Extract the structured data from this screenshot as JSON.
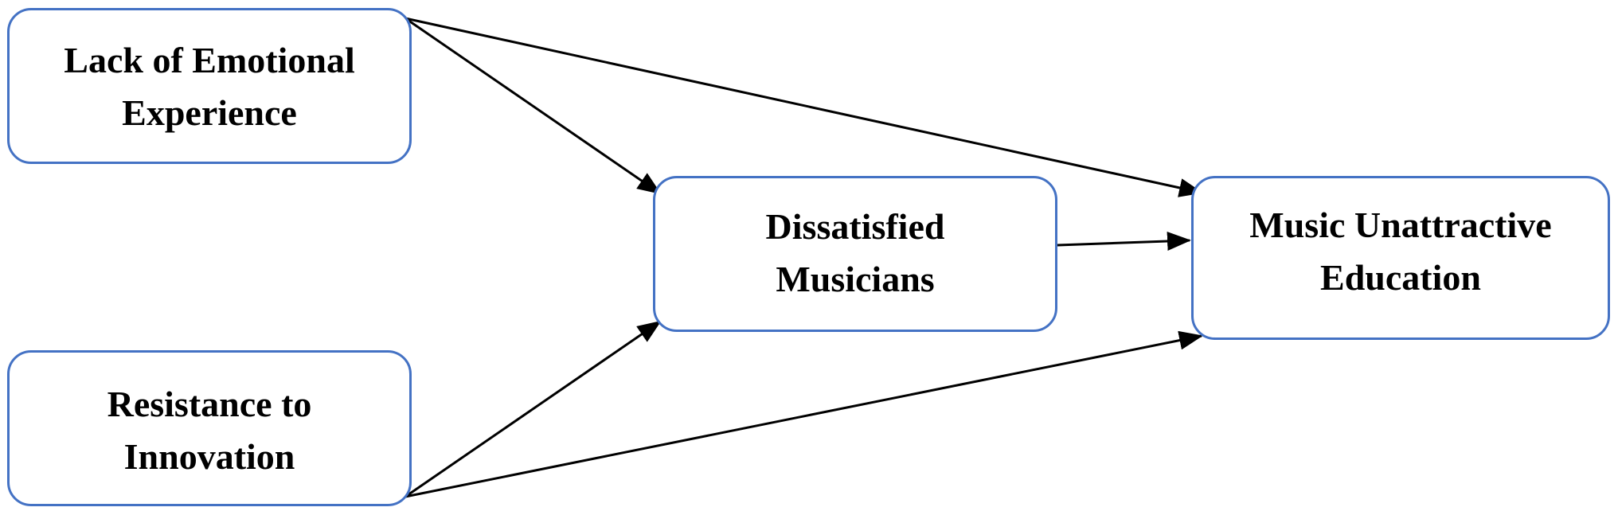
{
  "nodes": {
    "lack_of_emotional_experience": {
      "line1": "Lack of Emotional",
      "line2": "Experience"
    },
    "resistance_to_innovation": {
      "line1": "Resistance to",
      "line2": "Innovation"
    },
    "dissatisfied_musicians": {
      "line1": "Dissatisfied",
      "line2": "Musicians"
    },
    "music_unattractive_education": {
      "line1": "Music Unattractive",
      "line2": "Education"
    }
  },
  "edges": [
    {
      "from": "lack_of_emotional_experience",
      "to": "dissatisfied_musicians"
    },
    {
      "from": "lack_of_emotional_experience",
      "to": "music_unattractive_education"
    },
    {
      "from": "resistance_to_innovation",
      "to": "dissatisfied_musicians"
    },
    {
      "from": "resistance_to_innovation",
      "to": "music_unattractive_education"
    },
    {
      "from": "dissatisfied_musicians",
      "to": "music_unattractive_education"
    }
  ],
  "colors": {
    "box_border": "#4472c4",
    "arrow": "#000000",
    "text": "#000000",
    "background": "#ffffff"
  }
}
